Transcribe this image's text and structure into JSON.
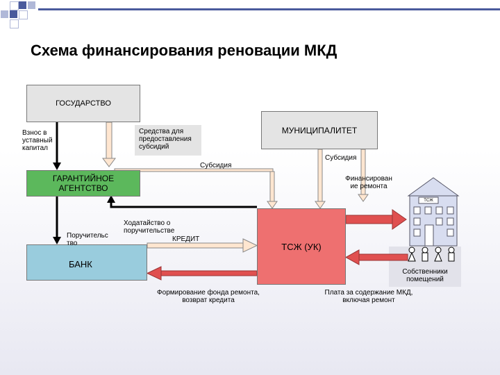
{
  "title": "Схема финансирования реновации МКД",
  "nodes": {
    "state": "ГОСУДАРСТВО",
    "municipality": "МУНИЦИПАЛИТЕТ",
    "agency": "ГАРАНТИЙНОЕ АГЕНТСТВО",
    "bank": "БАНК",
    "tszh": "ТСЖ (УК)",
    "house_sign": "ТСЖ"
  },
  "labels": {
    "contribution": "Взнос в уставный капитал",
    "subsidy_funds": "Средства для предоставления субсидий",
    "subsidy_1": "Субсидия",
    "subsidy_2": "Субсидия",
    "repair_financing": "Финансирован ие ремонта",
    "guarantee": "Поручительс тво",
    "petition": "Ходатайство о поручительстве",
    "credit": "КРЕДИТ",
    "owners": "Собственники помещений",
    "fund_formation": "Формирование фонда ремонта, возврат кредита",
    "payment": "Плата за содержание МКД, включая ремонт"
  },
  "colors": {
    "state": "#e4e4e4",
    "municipality": "#e4e4e4",
    "agency": "#5cb85c",
    "bank": "#99ccdd",
    "tszh": "#ee7070",
    "arrow_red": "#e05050",
    "arrow_hollow": "#ffe6d0",
    "title_line": "#4a5a9c"
  }
}
